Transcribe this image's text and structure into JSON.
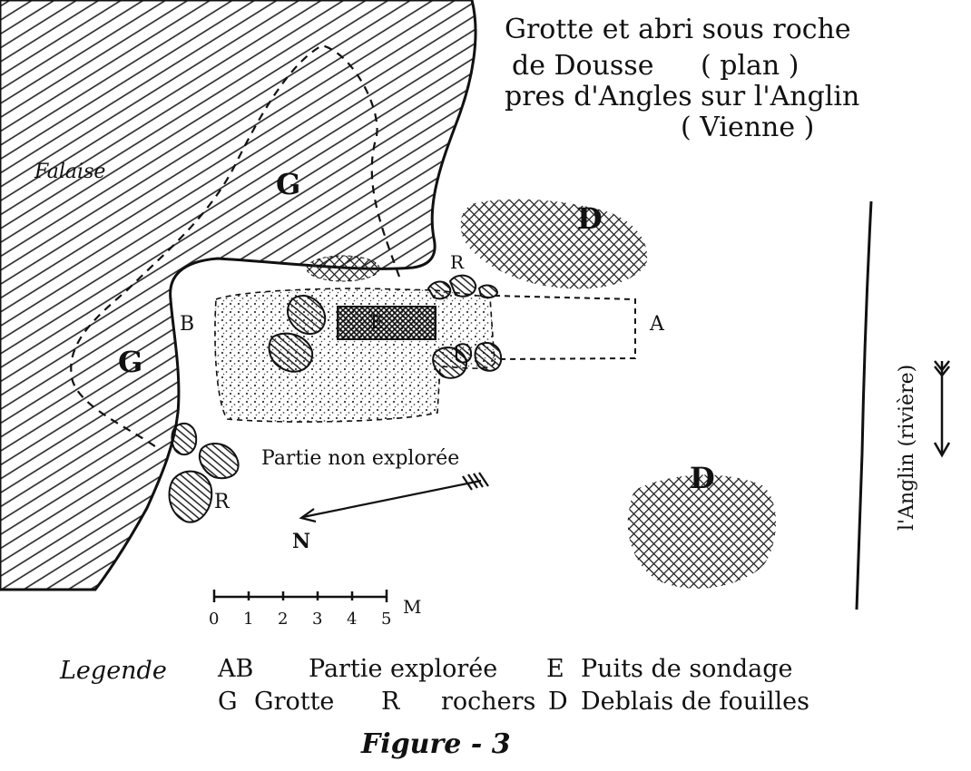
{
  "title": {
    "line1": "Grotte et abri sous roche",
    "line2": "de Dousse",
    "line2_paren": "( plan )",
    "line3": "pres d'Angles sur l'Anglin",
    "line4": "( Vienne )"
  },
  "labels": {
    "falaise": "Falaise",
    "grotte_upper": "G",
    "grotte_lower": "G",
    "deblais_upper": "D",
    "deblais_lower": "D",
    "rochers_upper": "R",
    "rochers_lower": "R",
    "point_a": "A",
    "point_b": "B",
    "puits": "E",
    "partie_non_exploree": "Partie non explorée",
    "north": "N",
    "riviere": "l'Anglin (rivière)"
  },
  "scale": {
    "ticks": [
      "0",
      "1",
      "2",
      "3",
      "4",
      "5"
    ],
    "unit": "M"
  },
  "legend": {
    "heading": "Legende",
    "ab_code": "AB",
    "ab_text": "Partie explorée",
    "e_code": "E",
    "e_text": "Puits de sondage",
    "g_code": "G",
    "g_text": "Grotte",
    "r_code": "R",
    "r_text": "rochers",
    "d_code": "D",
    "d_text": "Deblais de fouilles"
  },
  "figure_label": "Figure - 3"
}
